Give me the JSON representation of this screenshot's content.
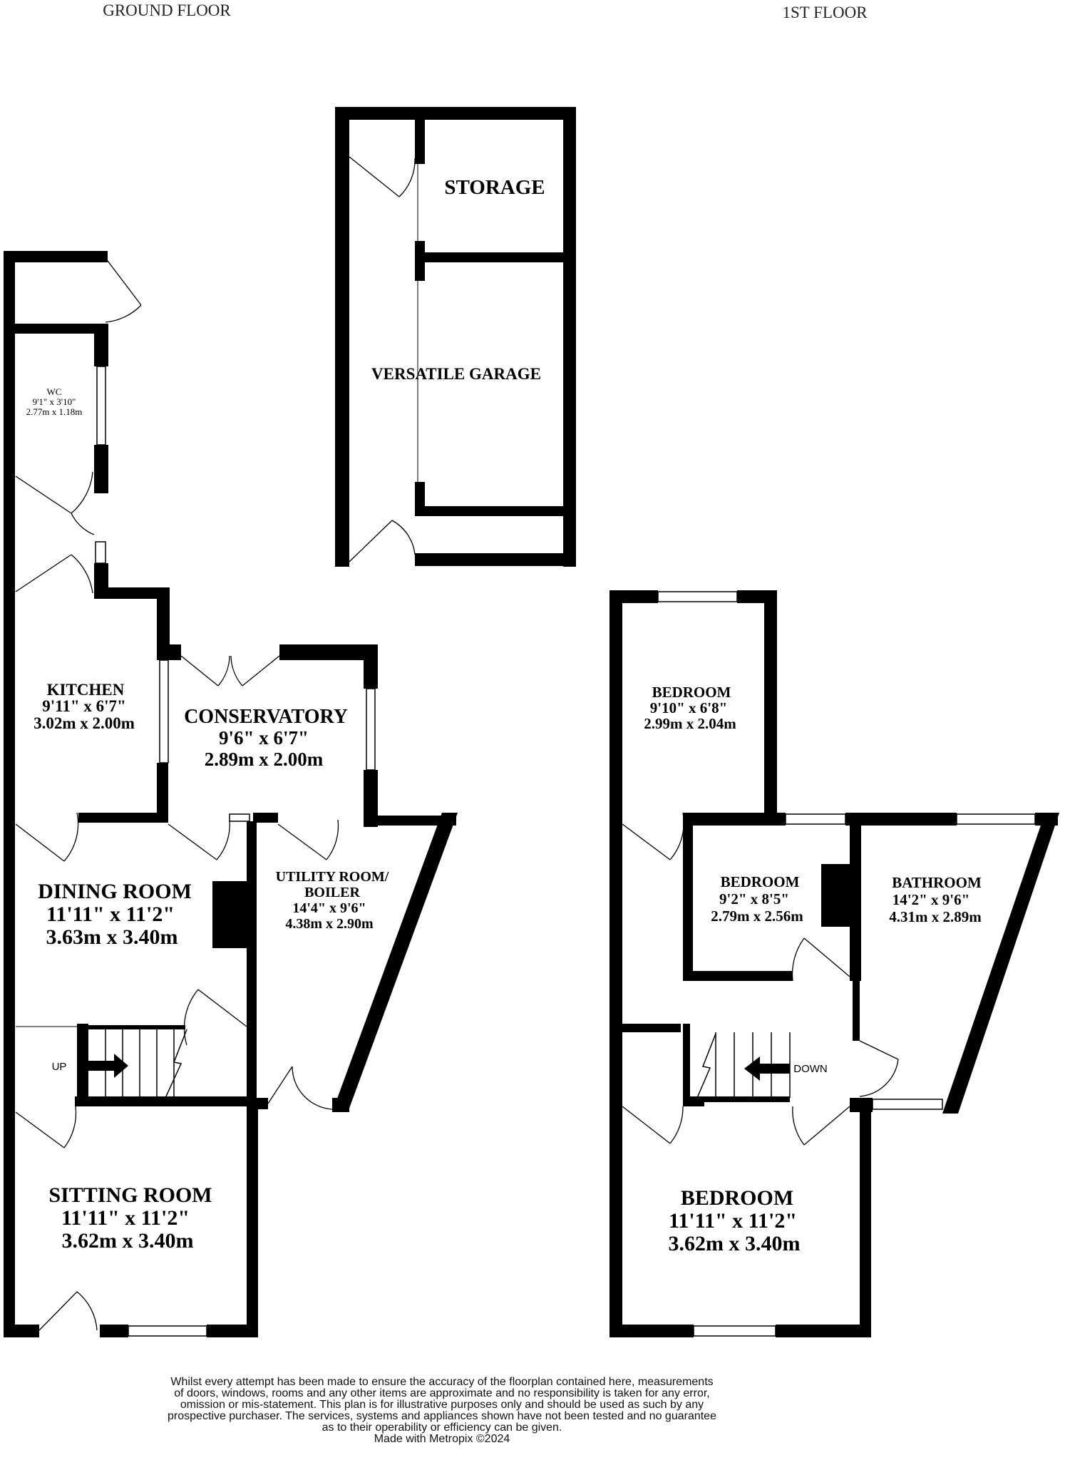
{
  "floors": {
    "ground_label": "GROUND FLOOR",
    "first_label": "1ST FLOOR"
  },
  "ground_floor": {
    "storage": {
      "name": "STORAGE"
    },
    "garage": {
      "name": "VERSATILE GARAGE"
    },
    "wc": {
      "name": "WC",
      "imperial": "9'1\"  x 3'10\"",
      "metric": "2.77m  x 1.18m"
    },
    "kitchen": {
      "name": "KITCHEN",
      "imperial": "9'11\"  x 6'7\"",
      "metric": "3.02m  x 2.00m"
    },
    "conservatory": {
      "name": "CONSERVATORY",
      "imperial": "9'6\"  x 6'7\"",
      "metric": "2.89m  x 2.00m"
    },
    "dining": {
      "name": "DINING ROOM",
      "imperial": "11'11\"  x 11'2\"",
      "metric": "3.63m  x 3.40m"
    },
    "utility": {
      "name_line1": "UTILITY ROOM/",
      "name_line2": "BOILER",
      "imperial": "14'4\"  x 9'6\"",
      "metric": "4.38m  x 2.90m"
    },
    "sitting": {
      "name": "SITTING ROOM",
      "imperial": "11'11\"  x 11'2\"",
      "metric": "3.62m  x 3.40m"
    },
    "stairs_label": "UP"
  },
  "first_floor": {
    "bedroom_rear": {
      "name": "BEDROOM",
      "imperial": "9'10\"  x 6'8\"",
      "metric": "2.99m  x 2.04m"
    },
    "bedroom_middle": {
      "name": "BEDROOM",
      "imperial": "9'2\"  x 8'5\"",
      "metric": "2.79m  x 2.56m"
    },
    "bathroom": {
      "name": "BATHROOM",
      "imperial": "14'2\"  x 9'6\"",
      "metric": "4.31m  x 2.89m"
    },
    "bedroom_front": {
      "name": "BEDROOM",
      "imperial": "11'11\"  x 11'2\"",
      "metric": "3.62m  x 3.40m"
    },
    "stairs_label": "DOWN"
  },
  "disclaimer": {
    "line1": "Whilst every attempt has been made to ensure the accuracy of the floorplan contained here, measurements",
    "line2": "of doors, windows, rooms and any other items are approximate and no responsibility is taken for any error,",
    "line3": "omission or mis-statement. This plan is for illustrative purposes only and should be used as such by any",
    "line4": "prospective purchaser. The services, systems and appliances shown have not been tested and no guarantee",
    "line5": "as to their operability or efficiency can be given.",
    "credit": "Made with Metropix ©2024"
  },
  "colors": {
    "wall": "#000000",
    "background": "#ffffff",
    "window": "#ffffff"
  }
}
